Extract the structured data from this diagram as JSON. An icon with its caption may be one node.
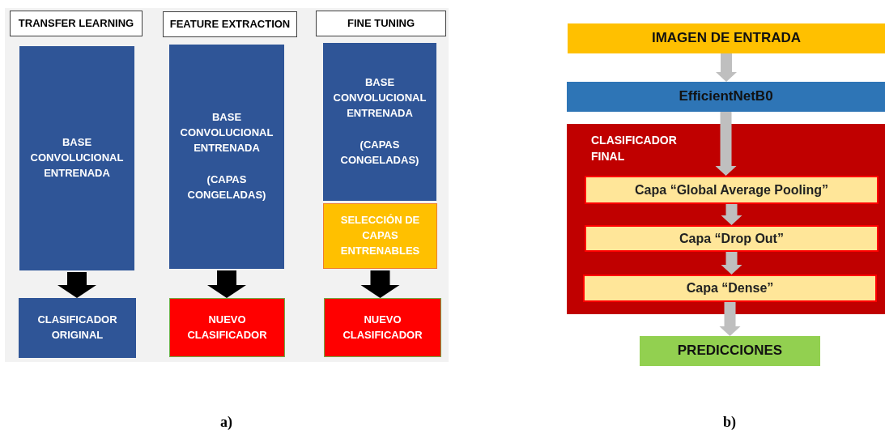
{
  "diagram": {
    "nodes": [
      {
        "text": [
          "TRANSFER LEARNING"
        ]
      },
      {
        "text": [
          "BASE CONVOLUCIONAL ENTRENADA"
        ]
      },
      {
        "text": [
          "CLASIFICADOR ORIGINAL"
        ]
      },
      {
        "text": [
          "FEATURE EXTRACTION"
        ]
      },
      {
        "text": [
          "BASE CONVOLUCIONAL ENTRENADA",
          "(CAPAS CONGELADAS)"
        ]
      },
      {
        "text": [
          "NUEVO CLASIFICADOR"
        ]
      },
      {
        "text": [
          "FINE TUNING"
        ]
      },
      {
        "text": [
          "BASE CONVOLUCIONAL ENTRENADA",
          "(CAPAS CONGELADAS)"
        ]
      },
      {
        "text": [
          "SELECCIÓN DE CAPAS ENTRENABLES"
        ]
      },
      {
        "text": [
          "NUEVO CLASIFICADOR"
        ]
      },
      {
        "text": [
          "IMAGEN DE ENTRADA"
        ]
      },
      {
        "text": [
          "EfficientNetB0"
        ]
      },
      {
        "text": [
          "CLASIFICADOR FINAL"
        ]
      },
      {
        "text": [
          "Capa “Global Average Pooling”"
        ],
        "in": 12
      },
      {
        "text": [
          "Capa “Drop Out”"
        ],
        "in": 12
      },
      {
        "text": [
          "Capa “Dense”"
        ],
        "in": 12
      },
      {
        "text": [
          "PREDICCIONES"
        ]
      }
    ],
    "edges": [
      {
        "from": 1,
        "to": 2,
        "arrow": "to",
        "color": "#000000"
      },
      {
        "from": 4,
        "to": 5,
        "arrow": "to",
        "color": "#000000"
      },
      {
        "from": 8,
        "to": 9,
        "arrow": "to",
        "color": "#000000"
      },
      {
        "from": 10,
        "to": 11,
        "arrow": "to"
      },
      {
        "from": 11,
        "to": 13,
        "arrow": "to"
      },
      {
        "from": 13,
        "to": 14,
        "arrow": "to"
      },
      {
        "from": 14,
        "to": 15,
        "arrow": "to"
      },
      {
        "from": 15,
        "to": 16,
        "arrow": "to"
      }
    ],
    "labels": [
      "a)",
      "b)"
    ]
  }
}
